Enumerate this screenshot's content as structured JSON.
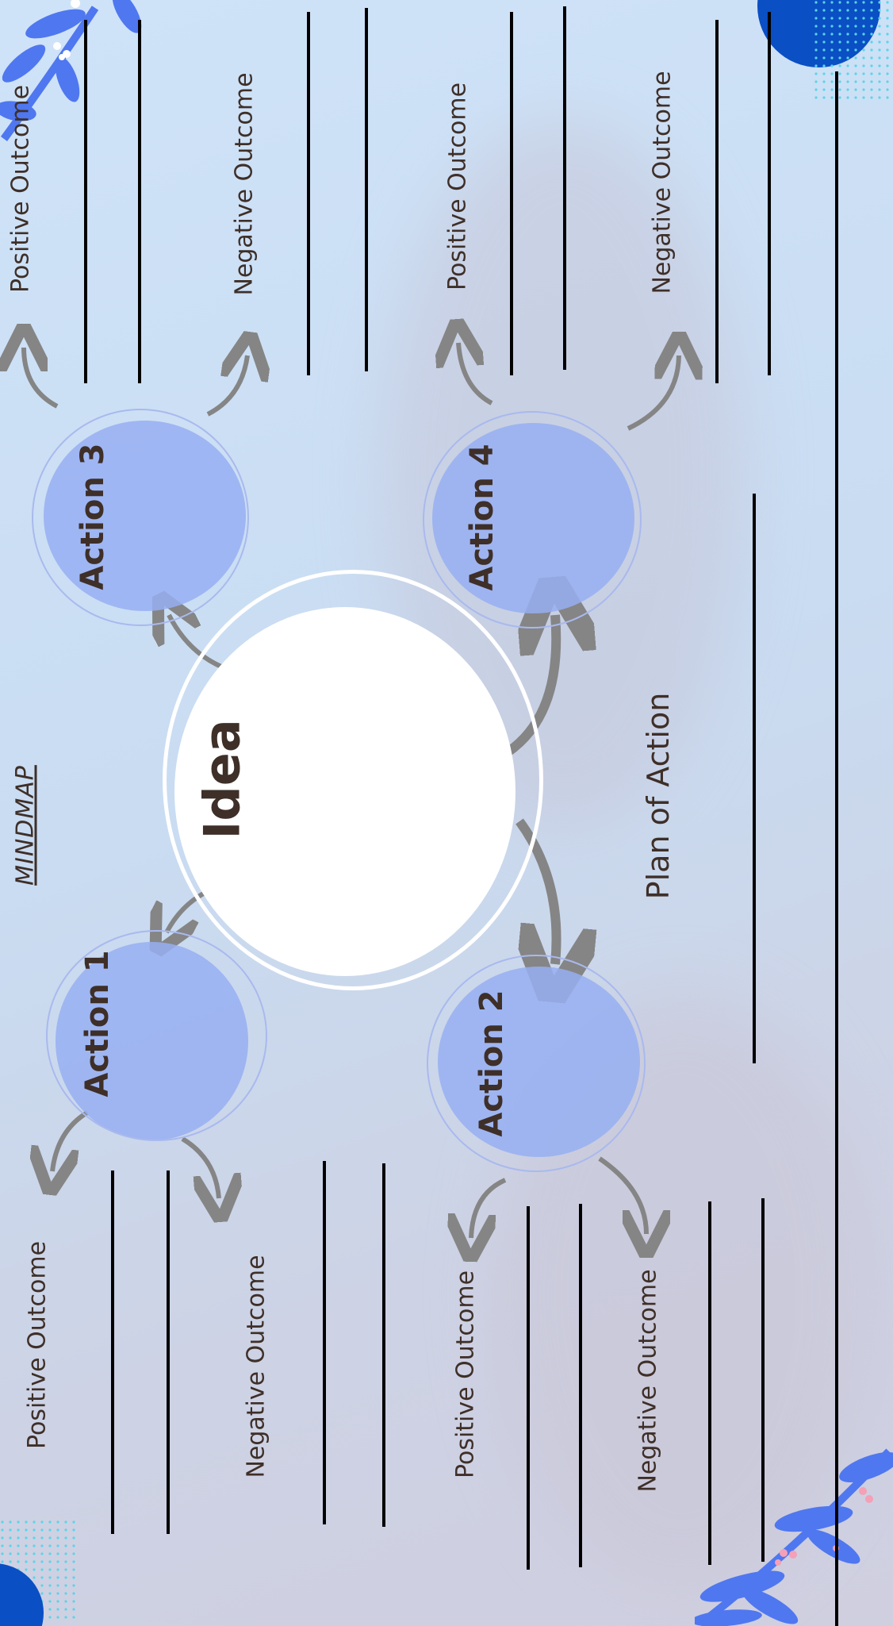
{
  "header": {
    "title": "MINDMAP",
    "subtitle": ""
  },
  "center": {
    "label": "Idea"
  },
  "actions": [
    {
      "label": "Action 1",
      "positive": "Positive Outcome",
      "negative": "Negative Outcome"
    },
    {
      "label": "Action 2",
      "positive": "Positive Outcome",
      "negative": "Negative Outcome"
    },
    {
      "label": "Action 3",
      "positive": "Positive Outcome",
      "negative": "Negative Outcome"
    },
    {
      "label": "Action 4",
      "positive": "Positive Outcome",
      "negative": "Negative Outcome"
    }
  ],
  "plan": {
    "label": "Plan of Action"
  },
  "colors": {
    "circle_fill": "#96aff2",
    "text": "#3e2f28",
    "arrow": "#858585",
    "accent_blue": "#0a4fc4",
    "leaf": "#4f77f0"
  },
  "icons": [
    "leaf-branch-icon",
    "dot-pattern-icon"
  ]
}
